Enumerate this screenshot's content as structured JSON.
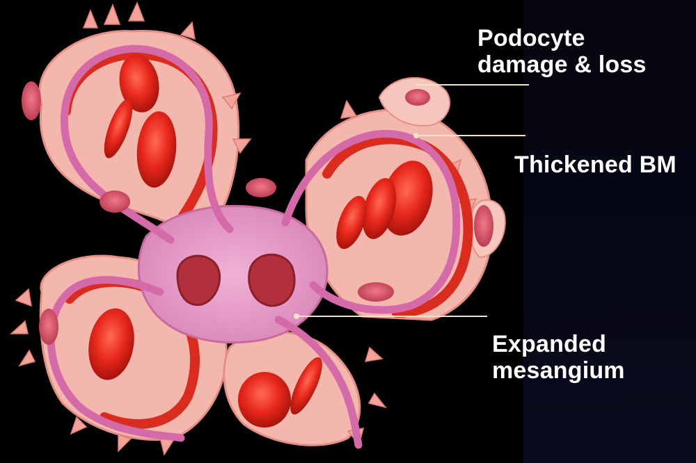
{
  "labels": {
    "podocyte": {
      "line1": "Podocyte",
      "line2": "damage & loss"
    },
    "basement_membrane": {
      "text": "Thickened BM"
    },
    "mesangium": {
      "line1": "Expanded",
      "line2": "mesangium"
    }
  },
  "colors": {
    "background": "#000000",
    "right_panel": "#07081a",
    "glomerular_basement_membrane": "#d46aa8",
    "red_blood_cell": "#e8281c",
    "mesangium": "#e89ac8",
    "podocyte_cytoplasm": "#f4b7ad",
    "endothelium": "#d92b1e",
    "leader_line": "#f2e3c6",
    "label_text": "#ffffff"
  }
}
